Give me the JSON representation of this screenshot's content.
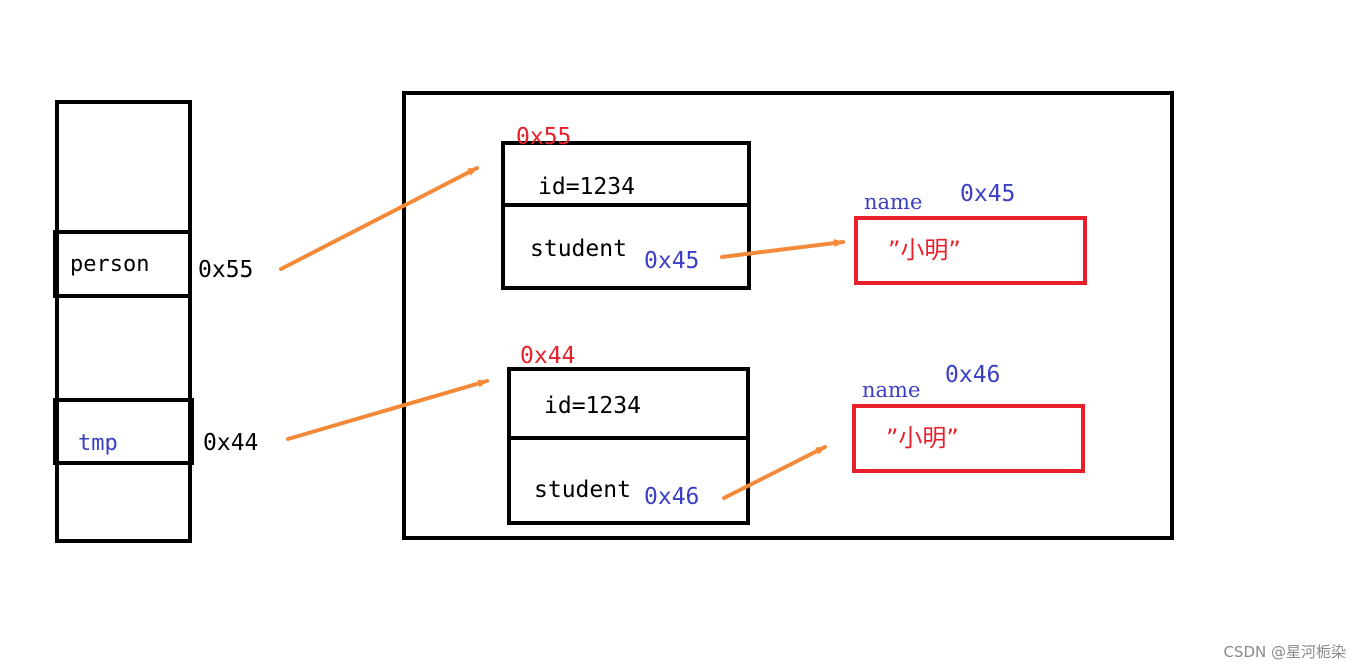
{
  "stack": {
    "person_label": "person",
    "person_address": "0x55",
    "tmp_label": "tmp",
    "tmp_address": "0x44"
  },
  "heap": {
    "objects": [
      {
        "address": "0x55",
        "id_field": "id=1234",
        "student_field": "student",
        "student_ref": "0x45",
        "name_label": "name",
        "name_address": "0x45",
        "name_value": "”小明”"
      },
      {
        "address": "0x44",
        "id_field": "id=1234",
        "student_field": "student",
        "student_ref": "0x46",
        "name_label": "name",
        "name_address": "0x46",
        "name_value": "”小明”"
      }
    ]
  },
  "watermark": "CSDN @星河栀染",
  "colors": {
    "black": "#000000",
    "red": "#e8202a",
    "blue": "#3a3fc4",
    "arrow": "#f28a3a"
  }
}
